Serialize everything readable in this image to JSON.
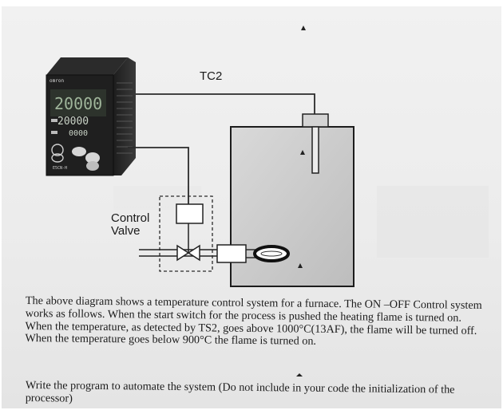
{
  "diagram": {
    "tc2_label": "TC2",
    "controller": {
      "brand": "omron",
      "display_main": "20000",
      "display_sub": "20000",
      "display_third": "0000",
      "model": "E5CN-H"
    },
    "valve_label_line1": "Control",
    "valve_label_line2": "Valve"
  },
  "text": {
    "paragraph1": "The above diagram shows a temperature control system for a furnace. The ON –OFF Control system works as follows. When the start switch for the process is pushed the heating flame is turned on.  When the temperature, as detected by TS2, goes above 1000°C(13AF), the flame will be turned off. When the temperature goes below 900°C the flame is turned on.",
    "paragraph2": "Write the program to automate the system (Do not include in your code the initialization of the processor)"
  }
}
